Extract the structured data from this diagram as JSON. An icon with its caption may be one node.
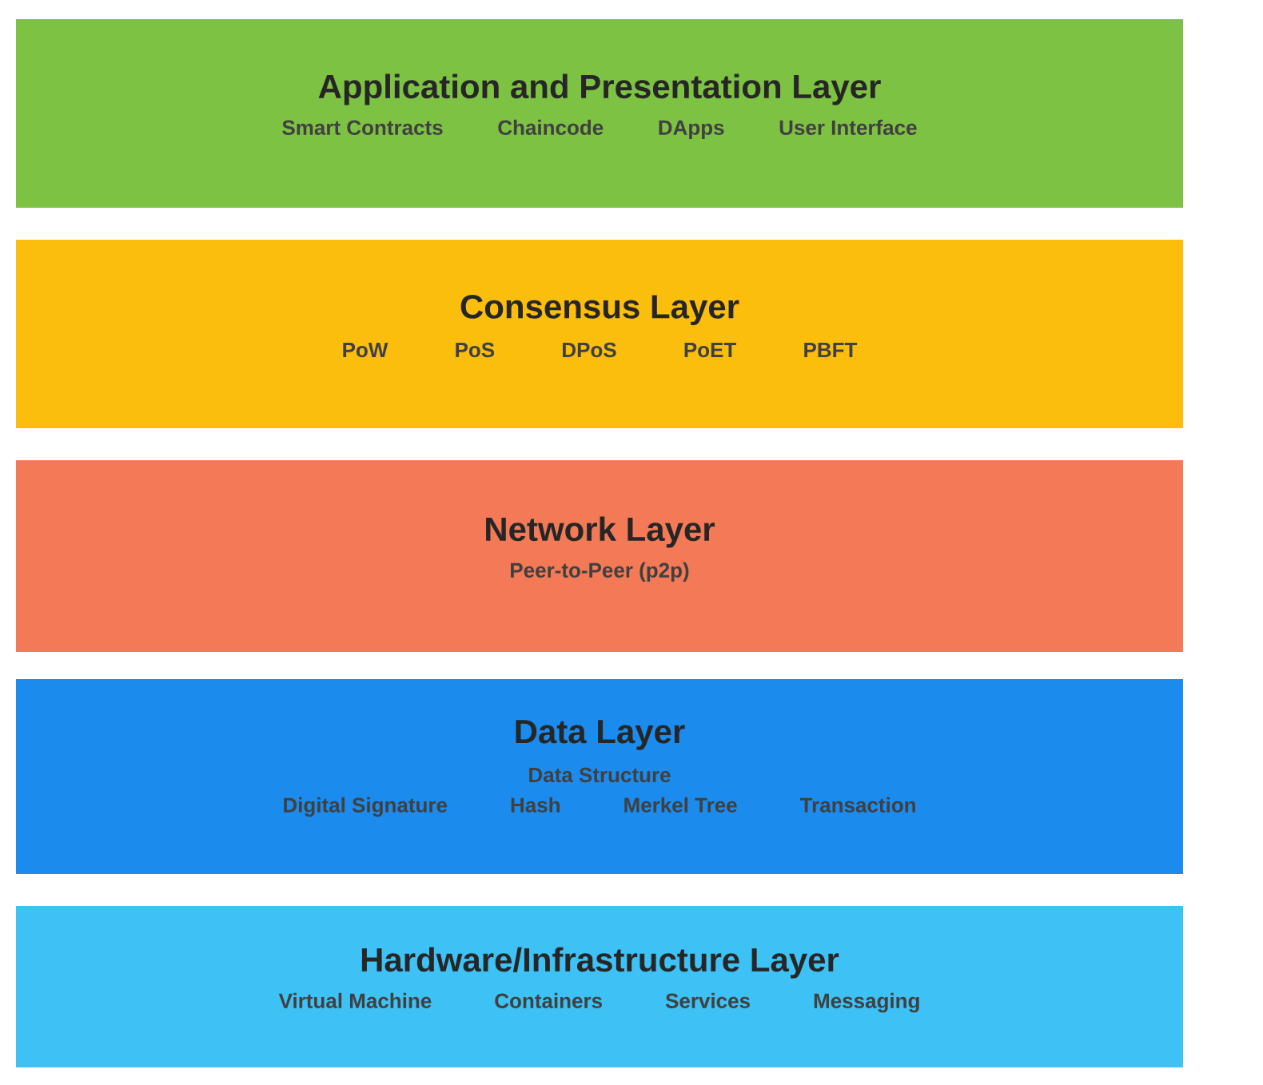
{
  "diagram": {
    "nodes": [
      {
        "text": [
          "Application and Presentation Layer",
          "Smart Contracts",
          "Chaincode",
          "DApps",
          "User Interface"
        ]
      },
      {
        "text": [
          "Consensus Layer",
          "PoW",
          "PoS",
          "DPoS",
          "PoET",
          "PBFT"
        ]
      },
      {
        "text": [
          "Network Layer",
          "Peer-to-Peer (p2p)"
        ]
      },
      {
        "text": [
          "Data Layer",
          "Data Structure",
          "Digital Signature",
          "Hash",
          "Merkel Tree",
          "Transaction"
        ]
      },
      {
        "text": [
          "Hardware/Infrastructure Layer",
          "Virtual Machine",
          "Containers",
          "Services",
          "Messaging"
        ]
      }
    ],
    "edges": []
  }
}
